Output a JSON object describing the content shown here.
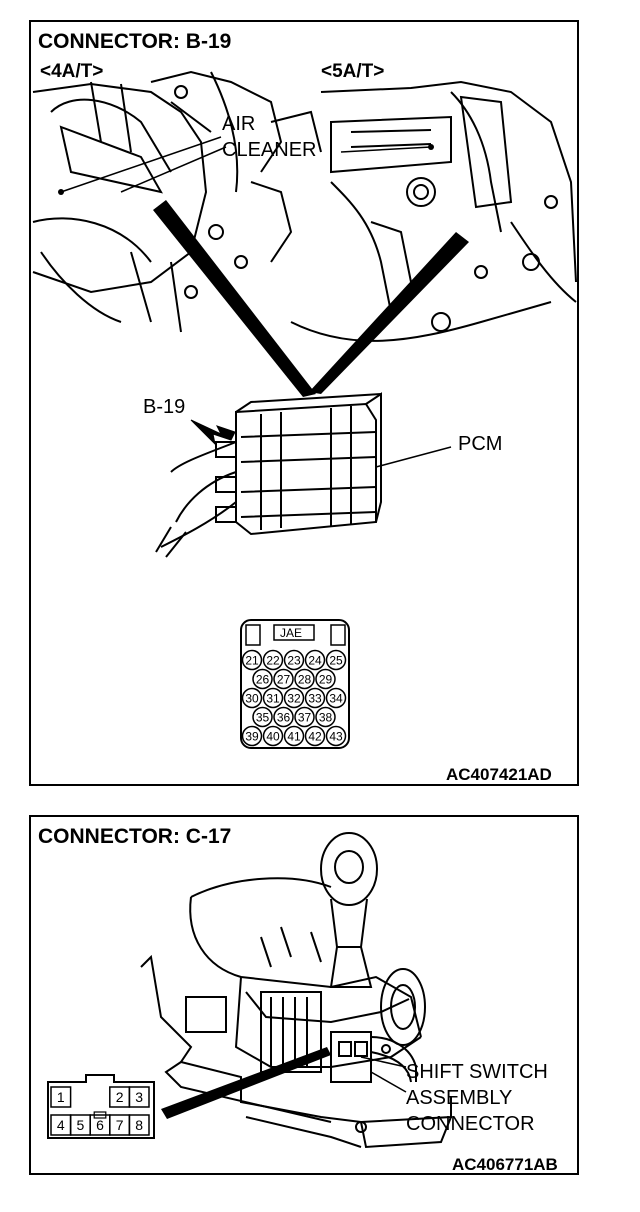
{
  "panel1": {
    "title": "CONNECTOR: B-19",
    "variant_4at": "<4A/T>",
    "variant_5at": "<5A/T>",
    "air_cleaner_line1": "AIR",
    "air_cleaner_line2": "CLEANER",
    "connector_callout": "B-19",
    "pcm_callout": "PCM",
    "connector_maker": "JAE",
    "pin_rows": [
      [
        "21",
        "22",
        "23",
        "24",
        "25"
      ],
      [
        "26",
        "27",
        "28",
        "29"
      ],
      [
        "30",
        "31",
        "32",
        "33",
        "34"
      ],
      [
        "35",
        "36",
        "37",
        "38"
      ],
      [
        "39",
        "40",
        "41",
        "42",
        "43"
      ]
    ],
    "figure_code": "AC407421AD"
  },
  "panel2": {
    "title": "CONNECTOR: C-17",
    "callout_line1": "SHIFT SWITCH",
    "callout_line2": "ASSEMBLY",
    "callout_line3": "CONNECTOR",
    "pins_top": [
      "1",
      "",
      "2",
      "3"
    ],
    "pins_bottom": [
      "4",
      "5",
      "6",
      "7",
      "8"
    ],
    "figure_code": "AC406771AB"
  }
}
